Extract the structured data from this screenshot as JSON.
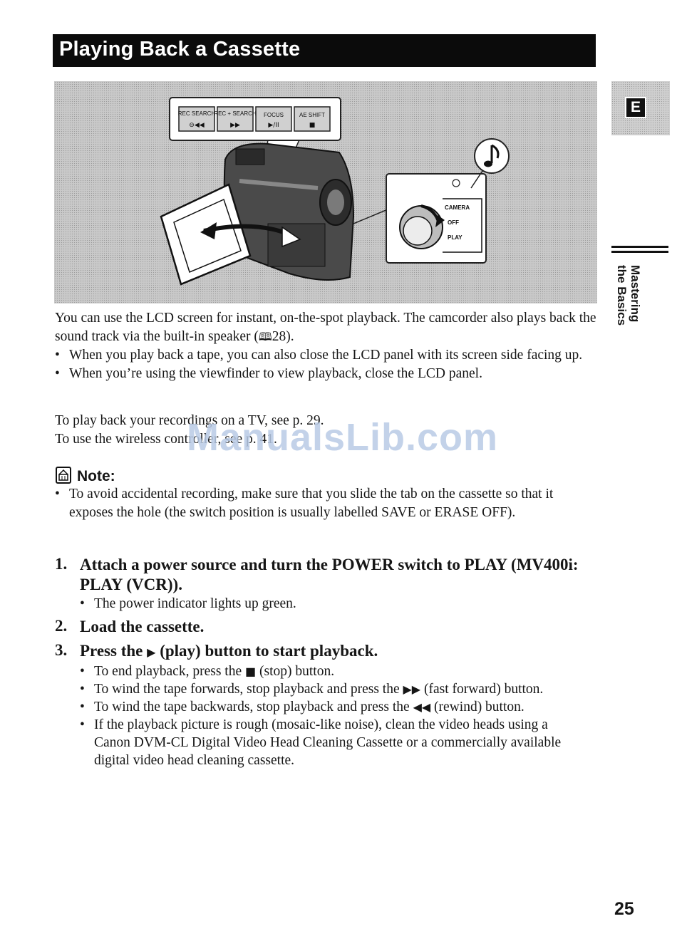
{
  "header": {
    "title": "Playing Back a Cassette"
  },
  "illustration": {
    "buttons": [
      {
        "label": "REC SEARCH",
        "glyph": "⊖◀◀"
      },
      {
        "label": "REC + SEARCH",
        "glyph": "▶▶"
      },
      {
        "label": "FOCUS",
        "glyph": "▶/II"
      },
      {
        "label": "AE SHIFT",
        "glyph": "■"
      }
    ],
    "dial_positions": [
      "CAMERA",
      "OFF",
      "PLAY"
    ],
    "sound_icon": "music-note-icon",
    "camera_icon": "camcorder-icon"
  },
  "side_tab": {
    "letter": "E",
    "section_line1": "Mastering",
    "section_line2": "the Basics"
  },
  "intro": {
    "para1_text": "You can use the LCD screen for instant, on-the-spot playback. The camcorder also plays back the sound track via the built-in speaker (",
    "para1_ref": "28).",
    "bullets": [
      "When you play back a tape, you can also close the LCD panel with its screen side facing up.",
      "When you’re using the viewfinder to view playback, close the LCD panel."
    ]
  },
  "refs": {
    "line1": "To play back your recordings on a TV, see p. 29.",
    "line2": "To use the wireless controller, see p. 41."
  },
  "watermark": "ManualsLib.com",
  "note": {
    "heading": "Note:",
    "bullets": [
      "To avoid accidental recording, make sure that you slide the tab on the cassette so that it exposes the hole (the switch position is usually labelled SAVE or ERASE OFF)."
    ]
  },
  "steps": [
    {
      "num": "1.",
      "title": "Attach a power source and turn the POWER switch to PLAY (MV400i: PLAY (VCR)).",
      "bullets": [
        "The power indicator lights up green."
      ]
    },
    {
      "num": "2.",
      "title": "Load the cassette."
    },
    {
      "num": "3.",
      "title_pre": "Press the",
      "title_glyph": "▶",
      "title_post": "(play) button to start playback.",
      "b1_pre": "To end playback, press the",
      "b1_glyph": "■",
      "b1_post": "(stop) button.",
      "b2_pre": "To wind the tape forwards, stop playback and press the",
      "b2_glyph": "▶▶",
      "b2_post": "(fast forward) button.",
      "b3_pre": "To wind the tape backwards, stop playback and press the",
      "b3_glyph": "◀◀",
      "b3_post": "(rewind) button.",
      "b4": "If the playback picture is rough (mosaic-like noise), clean the video heads using a Canon DVM-CL Digital Video Head Cleaning Cassette or a commercially available digital video head cleaning cassette."
    }
  ],
  "footer": {
    "page_number": "25"
  }
}
